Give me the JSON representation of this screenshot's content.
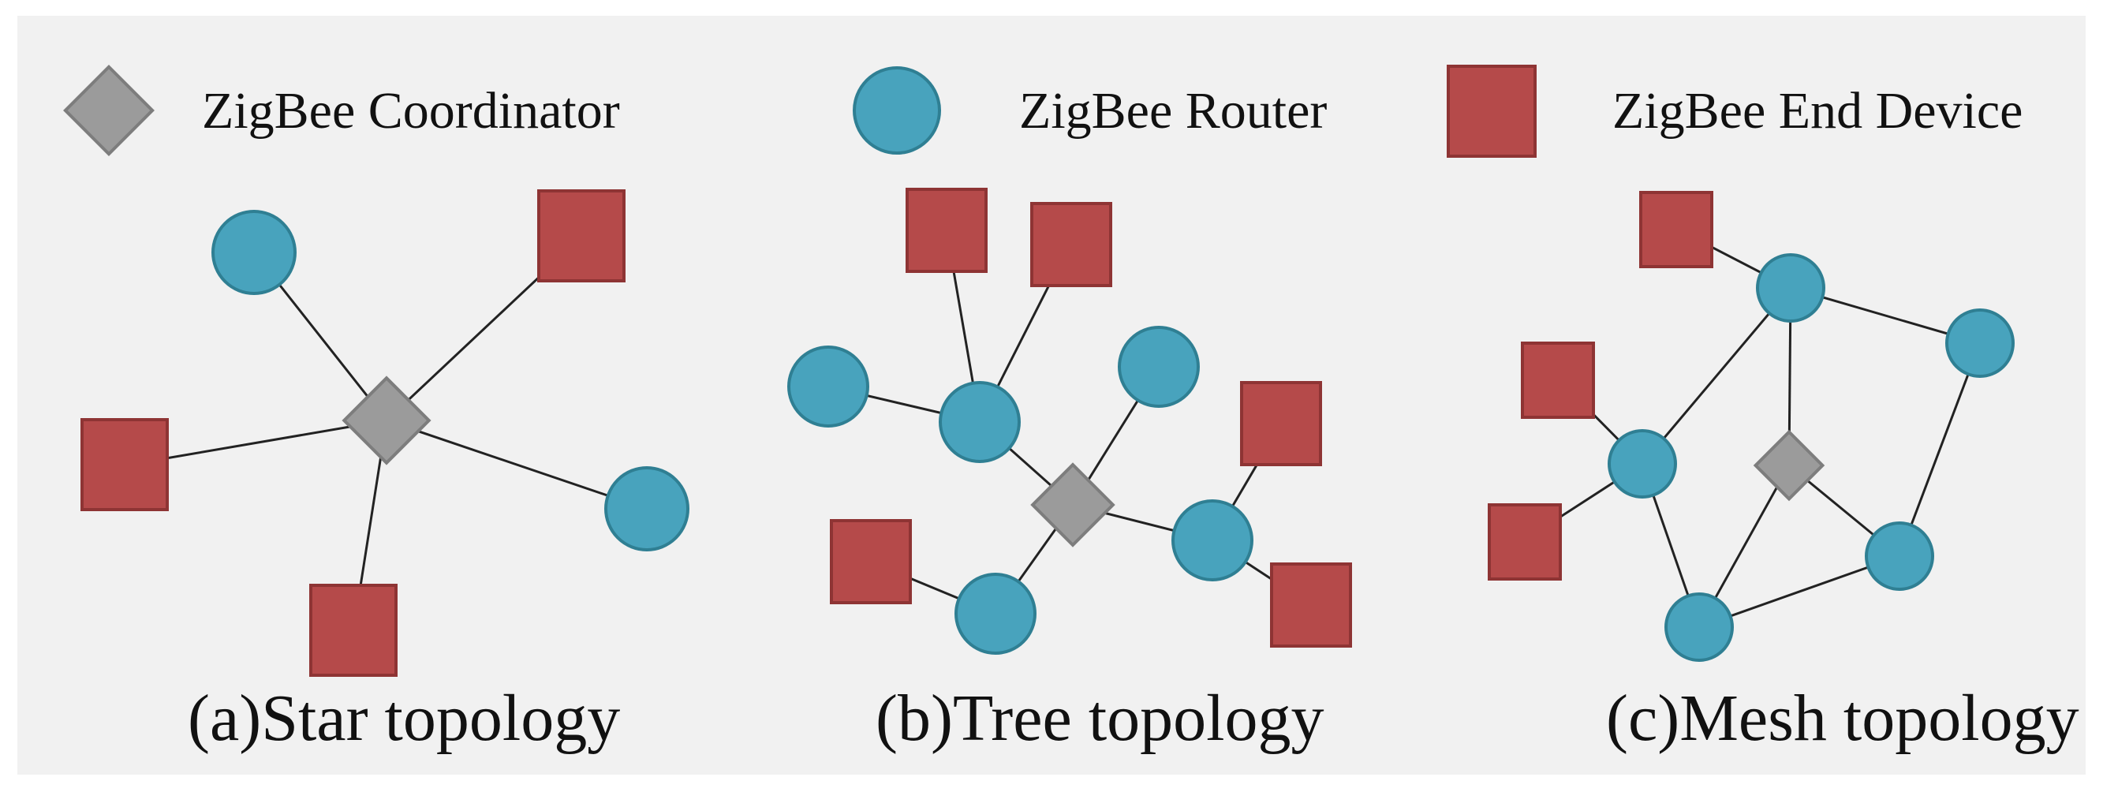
{
  "legend": {
    "coordinator_label": "ZigBee Coordinator",
    "router_label": "ZigBee Router",
    "end_device_label": "ZigBee End Device"
  },
  "captions": {
    "star": "(a)Star topology",
    "tree": "(b)Tree topology",
    "mesh": "(c)Mesh topology"
  },
  "colors": {
    "coordinator": "#9b9b9b",
    "router": "#48a3bd",
    "end_device": "#b54a4a",
    "background": "#f1f1f1",
    "edge": "#222222"
  }
}
